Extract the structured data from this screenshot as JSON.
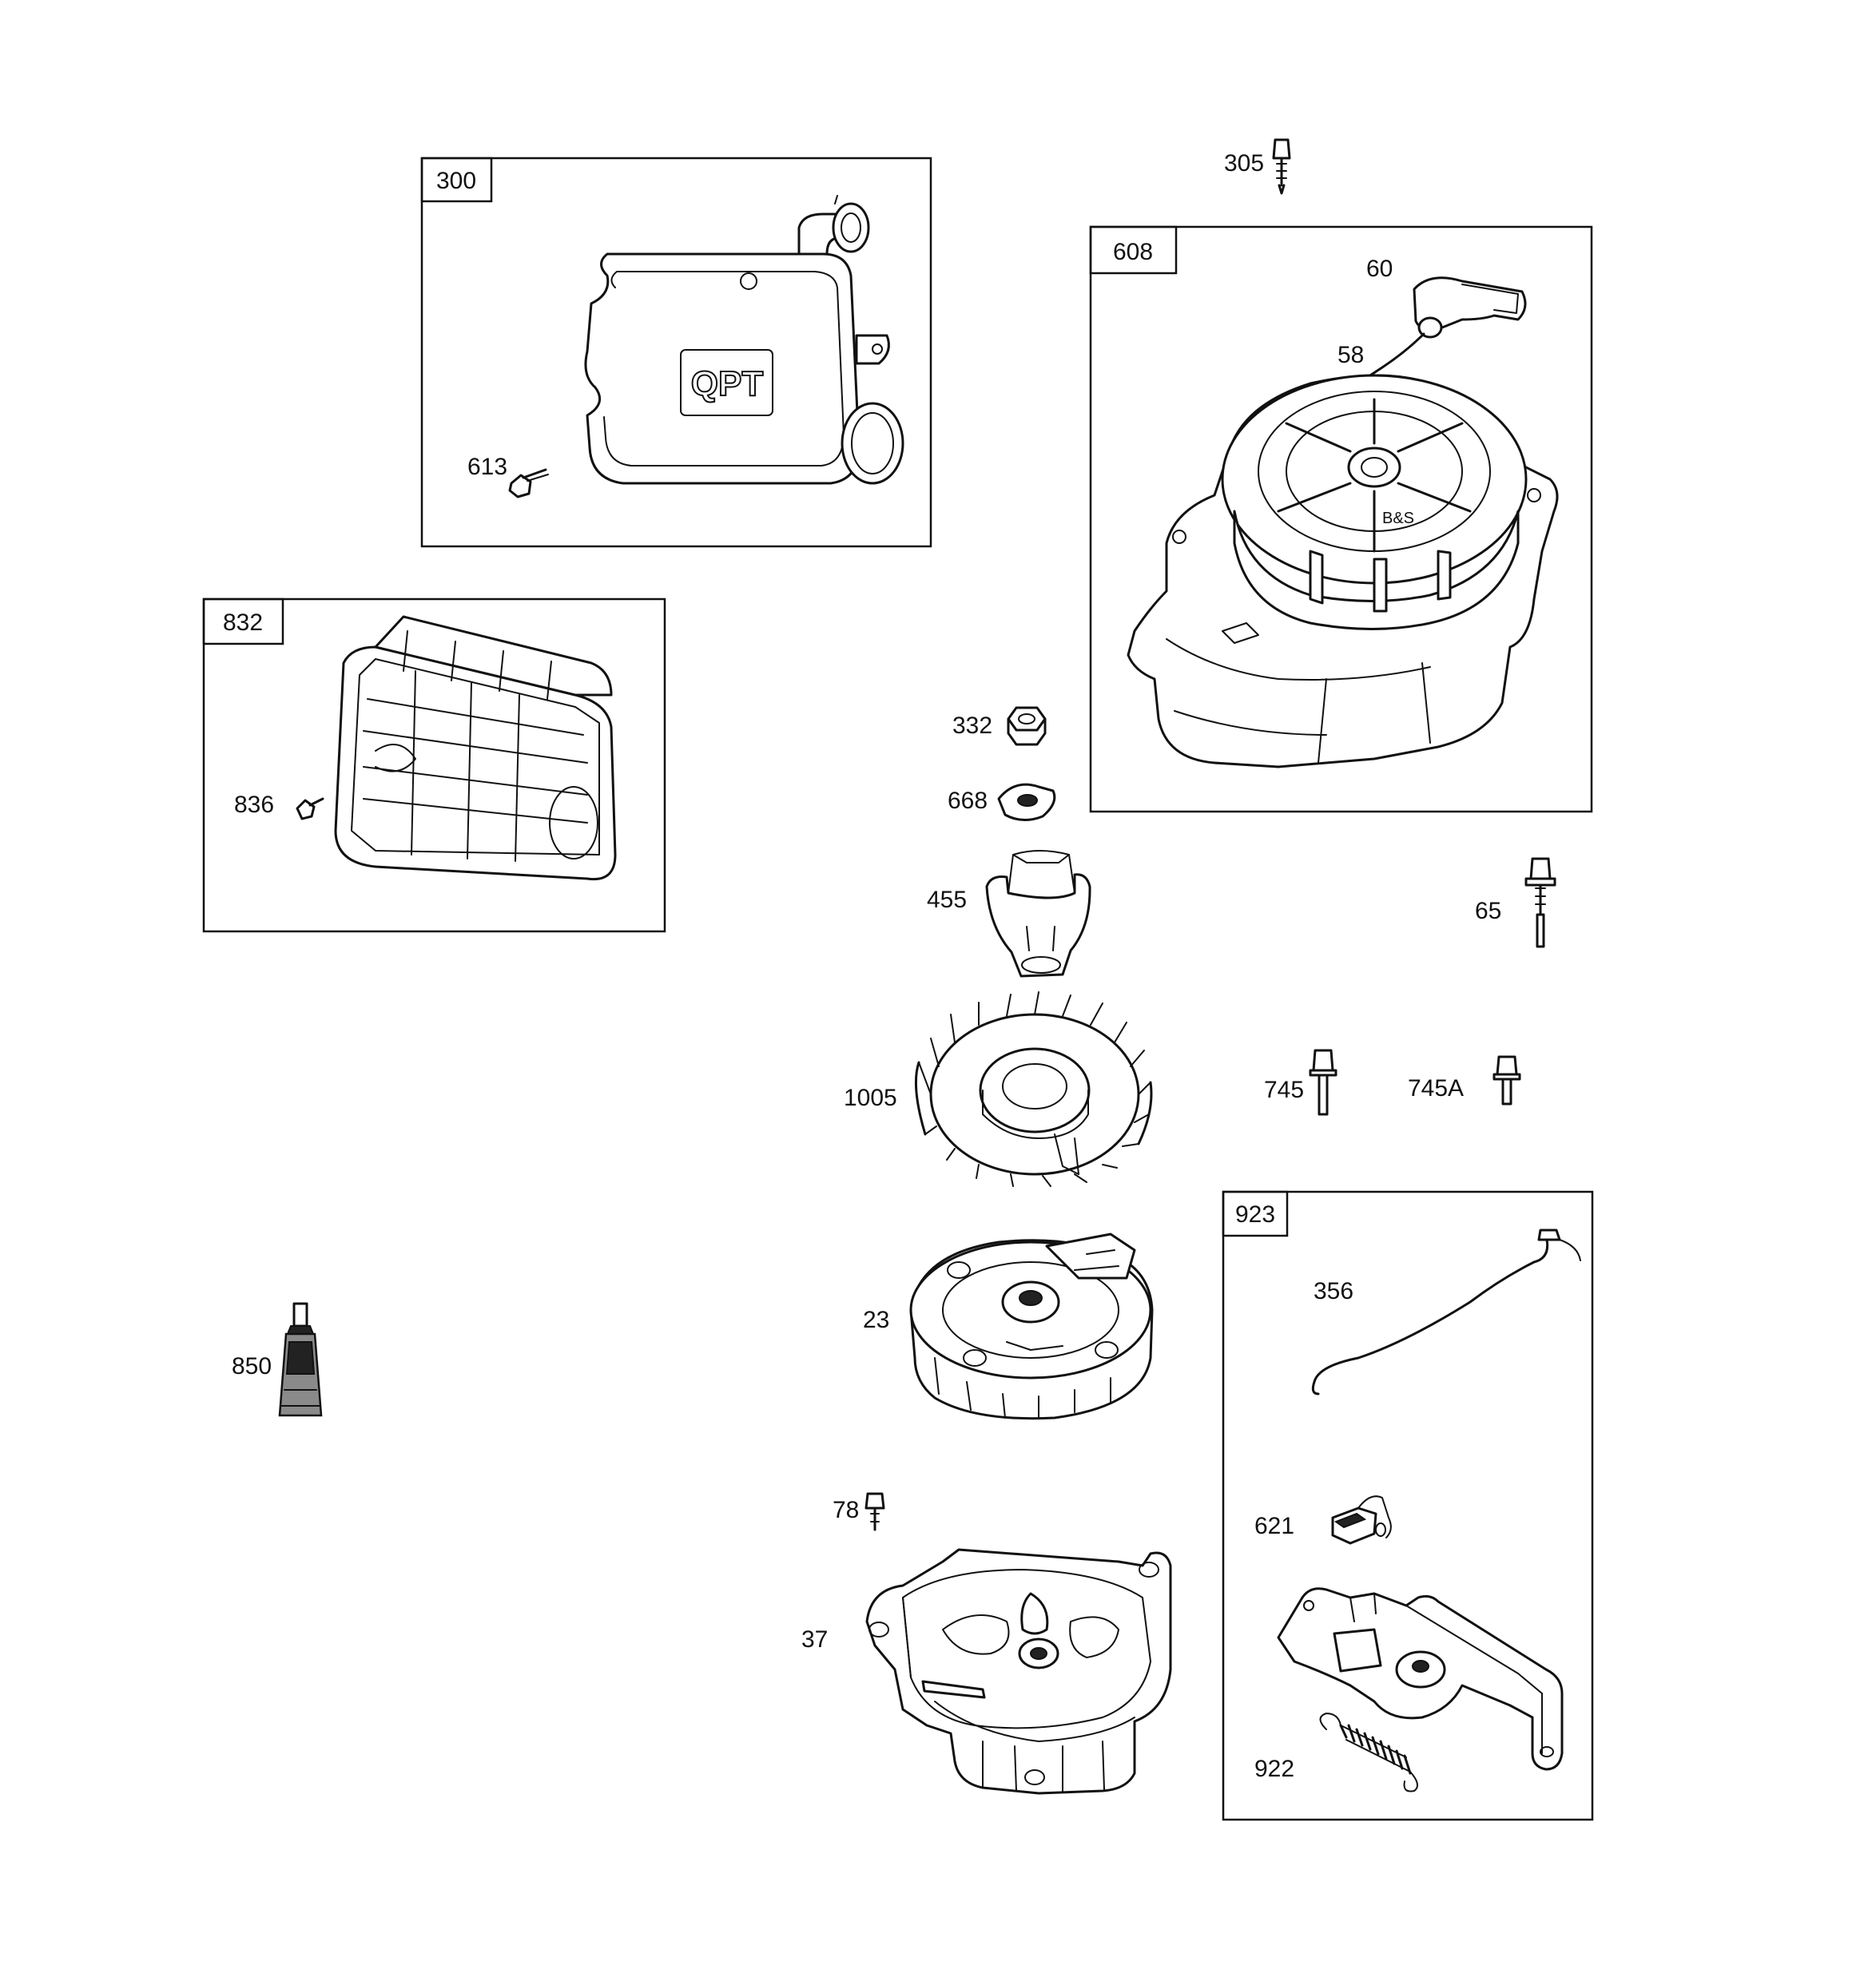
{
  "diagram": {
    "groups": [
      {
        "id": "300",
        "label": "300"
      },
      {
        "id": "608",
        "label": "608"
      },
      {
        "id": "832",
        "label": "832"
      },
      {
        "id": "923",
        "label": "923"
      }
    ],
    "callouts": {
      "p305": "305",
      "p60": "60",
      "p58": "58",
      "p613": "613",
      "p836": "836",
      "p332": "332",
      "p668": "668",
      "p455": "455",
      "p65": "65",
      "p1005": "1005",
      "p745": "745",
      "p745a": "745A",
      "p356": "356",
      "p23": "23",
      "p850": "850",
      "p78": "78",
      "p621": "621",
      "p37": "37",
      "p922": "922"
    }
  }
}
